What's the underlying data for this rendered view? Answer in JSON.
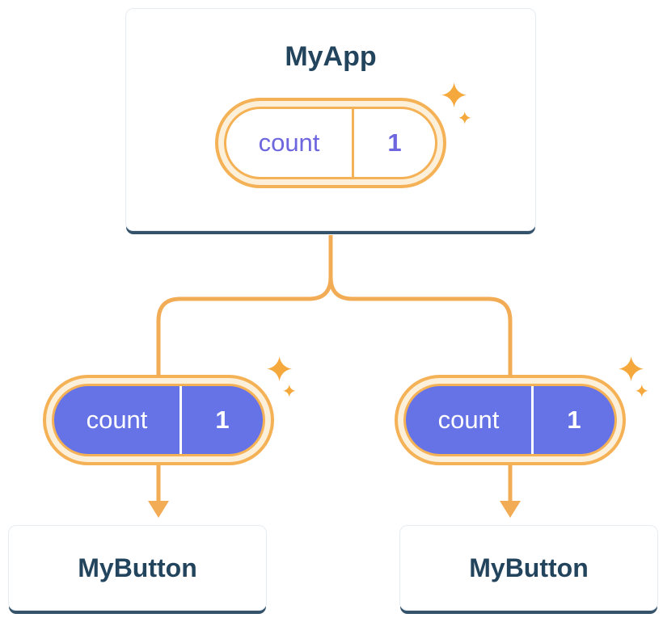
{
  "diagram": {
    "root": {
      "title": "MyApp",
      "state": {
        "label": "count",
        "value": "1"
      }
    },
    "children": [
      {
        "title": "MyButton",
        "state": {
          "label": "count",
          "value": "1"
        }
      },
      {
        "title": "MyButton",
        "state": {
          "label": "count",
          "value": "1"
        }
      }
    ]
  },
  "colors": {
    "orange_line": "#f2ac55",
    "orange_border": "#f5b155",
    "orange_sparkle": "#f5a83b",
    "cream_ring": "#fcf0da",
    "purple_pill": "#6673e6",
    "purple_text": "#6e66de",
    "navy_text": "#23445d",
    "card_shadow": "#23445d",
    "background": "#ffffff"
  }
}
